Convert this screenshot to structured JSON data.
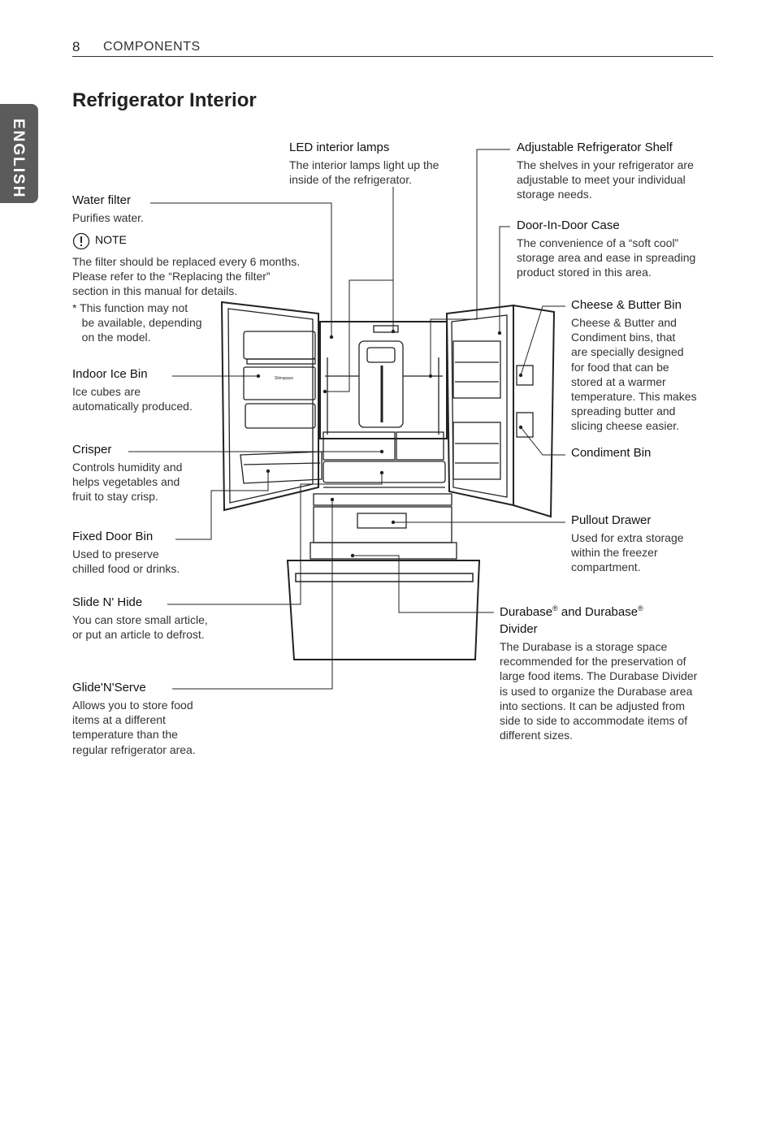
{
  "header": {
    "page_number": "8",
    "section": "COMPONENTS",
    "language_tab": "ENGLISH"
  },
  "title": "Refrigerator Interior",
  "labels": {
    "water_filter": {
      "name": "Water filter",
      "desc": "Purifies water."
    },
    "note": {
      "label": "NOTE",
      "text": "The filter should be replaced every 6 months.\nPlease refer to the “Replacing the filter”\nsection in this manual for details.",
      "footnote": "* This function may not\n   be available, depending\n   on the model."
    },
    "led_lamps": {
      "name": "LED interior lamps",
      "desc": "The interior lamps light up the\ninside of the refrigerator."
    },
    "adjustable_shelf": {
      "name": "Adjustable Refrigerator Shelf",
      "desc": "The shelves in your refrigerator are\nadjustable to meet your individual\nstorage needs."
    },
    "door_in_door": {
      "name": "Door-In-Door Case",
      "desc": "The convenience of a “soft cool”\nstorage area and ease in spreading\nproduct stored in this area."
    },
    "cheese_butter": {
      "name": "Cheese & Butter Bin",
      "desc": "Cheese & Butter and\nCondiment bins, that\nare specially designed\nfor food that can be\nstored at a warmer\ntemperature. This makes\nspreading butter and\nslicing cheese easier."
    },
    "condiment": {
      "name": "Condiment Bin"
    },
    "indoor_ice": {
      "name": "Indoor Ice Bin",
      "desc": "Ice cubes are\nautomatically produced."
    },
    "crisper": {
      "name": "Crisper",
      "desc": "Controls humidity and\nhelps vegetables and\nfruit to stay crisp."
    },
    "fixed_door_bin": {
      "name": "Fixed Door Bin",
      "desc": "Used to preserve\nchilled food or drinks."
    },
    "slide_n_hide": {
      "name": "Slide N' Hide",
      "desc": "You can store small article,\nor put an article to defrost."
    },
    "glide_n_serve": {
      "name": "Glide'N'Serve",
      "desc": "Allows you to store food\nitems at a different\ntemperature than the\nregular refrigerator area."
    },
    "pullout_drawer": {
      "name": "Pullout Drawer",
      "desc": "Used for extra storage\nwithin the freezer\ncompartment."
    },
    "durabase": {
      "name_part1": "Durabase",
      "reg1": "®",
      "name_part2": " and Durabase",
      "reg2": "®",
      "name_line2": "Divider",
      "desc": "The Durabase is a storage space\nrecommended for the preservation of\nlarge food items. The Durabase Divider\nis used to organize the Durabase area\ninto sections. It can be adjusted from\nside to side to accommodate items of\ndifferent sizes."
    }
  },
  "diagram_text": {
    "ice_bin_logo": "Slimspace"
  }
}
